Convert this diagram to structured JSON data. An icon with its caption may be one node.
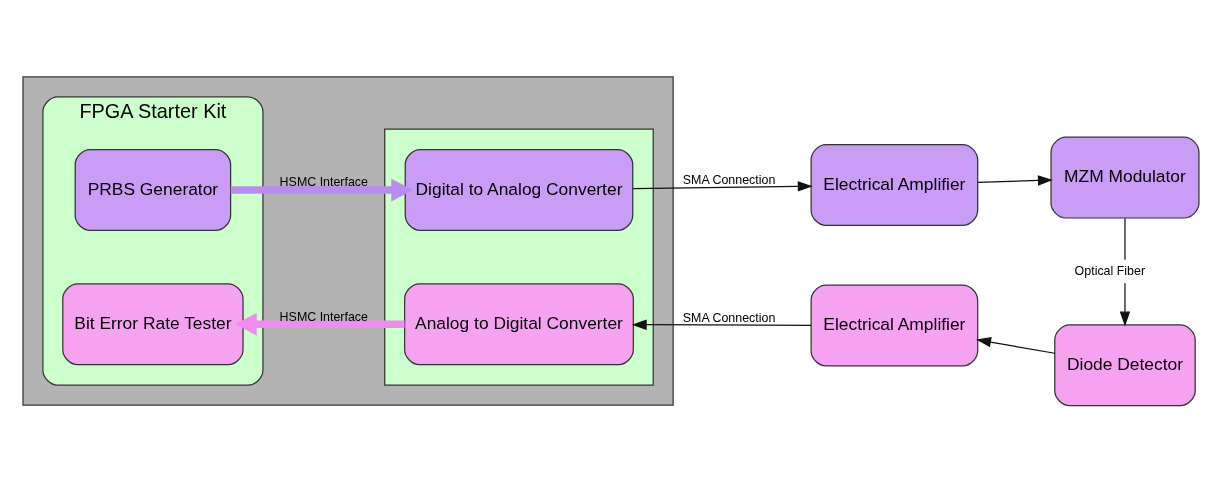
{
  "diagram": {
    "nodes": [
      {
        "text": [],
        "shape": "box"
      },
      {
        "text": [
          "FPGA Starter Kit"
        ],
        "in": 0
      },
      {
        "text": [
          "PRBS Generator"
        ],
        "in": 1
      },
      {
        "text": [
          "Bit Error Rate Tester"
        ],
        "in": 1
      },
      {
        "text": [],
        "shape": "box",
        "in": 0
      },
      {
        "text": [
          "Digital to Analog Converter"
        ],
        "in": 4
      },
      {
        "text": [
          "Analog to Digital Converter"
        ],
        "in": 4
      },
      {
        "text": [
          "Electrical Amplifier"
        ]
      },
      {
        "text": [
          "MZM Modulator"
        ]
      },
      {
        "text": [
          "Diode Detector"
        ]
      },
      {
        "text": [
          "Electrical Amplifier"
        ]
      }
    ],
    "edges": [
      {
        "from": 2,
        "to": 5,
        "arrow": "to",
        "label": "HSMC Interface",
        "style": "thick",
        "color": "#b98cf0"
      },
      {
        "from": 5,
        "to": 7,
        "arrow": "to",
        "label": "SMA Connection"
      },
      {
        "from": 7,
        "to": 8,
        "arrow": "to"
      },
      {
        "from": 8,
        "to": 9,
        "arrow": "to",
        "label": "Optical Fiber"
      },
      {
        "from": 9,
        "to": 10,
        "arrow": "to"
      },
      {
        "from": 10,
        "to": 6,
        "arrow": "to",
        "label": "SMA Connection"
      },
      {
        "from": 6,
        "to": 3,
        "arrow": "to",
        "label": "HSMC Interface",
        "style": "thick",
        "color": "#f08cf0"
      }
    ]
  }
}
